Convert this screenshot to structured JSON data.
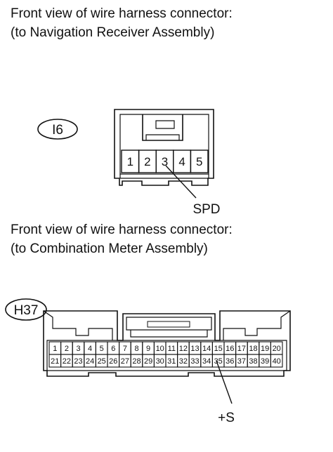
{
  "connector1": {
    "caption": [
      "Front view of wire harness connector:",
      "(to Navigation Receiver Assembly)"
    ],
    "tag": "I6",
    "pins": [
      "1",
      "2",
      "3",
      "4",
      "5"
    ],
    "callout": "SPD"
  },
  "connector2": {
    "caption": [
      "Front view of wire harness connector:",
      "(to Combination Meter Assembly)"
    ],
    "tag": "H37",
    "pins_top": [
      "1",
      "2",
      "3",
      "4",
      "5",
      "6",
      "7",
      "8",
      "9",
      "10",
      "11",
      "12",
      "13",
      "14",
      "15",
      "16",
      "17",
      "18",
      "19",
      "20"
    ],
    "pins_bottom": [
      "21",
      "22",
      "23",
      "24",
      "25",
      "26",
      "27",
      "28",
      "29",
      "30",
      "31",
      "32",
      "33",
      "34",
      "35",
      "36",
      "37",
      "38",
      "39",
      "40"
    ],
    "callout": "+S"
  }
}
